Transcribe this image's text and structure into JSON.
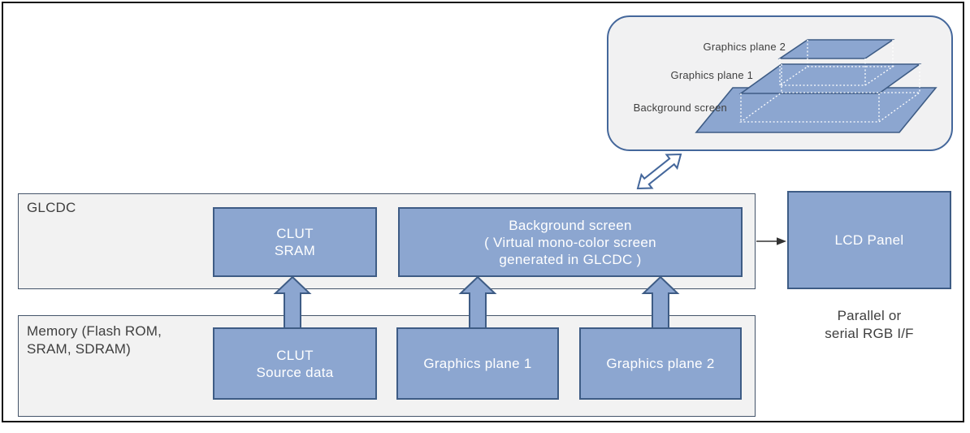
{
  "colors": {
    "box_fill": "#8CA6D0",
    "box_border": "#3E5C85",
    "container_fill": "#F2F2F2",
    "container_border": "#44546A",
    "callout_border": "#44679B",
    "text_dark": "#3F3F3F",
    "text_light": "#FFFFFF",
    "frame_border": "#111111"
  },
  "callout": {
    "plane2_label": "Graphics plane 2",
    "plane1_label": "Graphics plane 1",
    "background_label": "Background screen"
  },
  "glcdc": {
    "title": "GLCDC",
    "clut_sram": {
      "line1": "CLUT",
      "line2": "SRAM"
    },
    "background_screen": {
      "line1": "Background screen",
      "line2": "( Virtual mono-color screen",
      "line3": "generated in GLCDC )"
    }
  },
  "memory": {
    "title_line1": "Memory (Flash ROM,",
    "title_line2": "SRAM, SDRAM)",
    "clut_source": {
      "line1": "CLUT",
      "line2": "Source data"
    },
    "graphics_plane_1": "Graphics plane 1",
    "graphics_plane_2": "Graphics plane 2"
  },
  "output": {
    "lcd_panel": "LCD Panel",
    "interface_line1": "Parallel or",
    "interface_line2": "serial RGB I/F"
  }
}
